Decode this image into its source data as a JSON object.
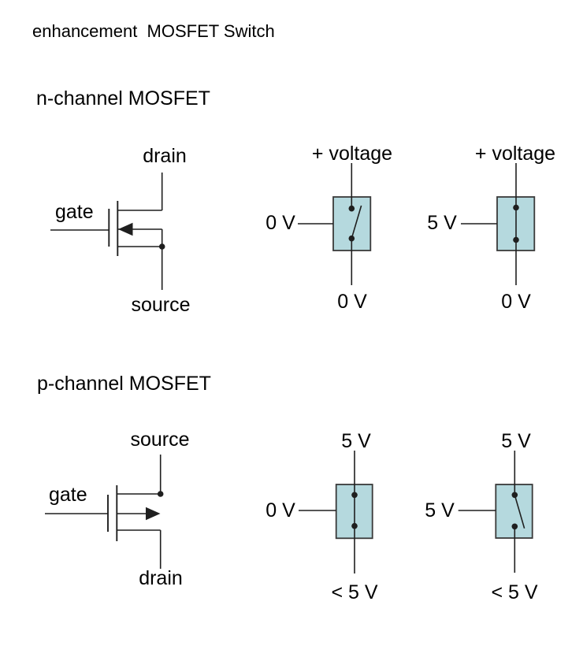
{
  "title": "enhancement  MOSFET Switch",
  "colors": {
    "background": "#ffffff",
    "line": "#1f1f1f",
    "box_fill": "#b5d9de",
    "box_border": "#3a3a3a",
    "text": "#000000"
  },
  "sections": [
    {
      "heading": "n-channel MOSFET",
      "symbol": {
        "type": "n-channel enhancement MOSFET symbol",
        "top_label": "drain",
        "left_label": "gate",
        "bottom_label": "source"
      },
      "switches": [
        {
          "state": "open",
          "top_label": "+ voltage",
          "left_label": "0 V",
          "bottom_label": "0 V"
        },
        {
          "state": "closed",
          "top_label": "+ voltage",
          "left_label": "5 V",
          "bottom_label": "0 V"
        }
      ]
    },
    {
      "heading": "p-channel MOSFET",
      "symbol": {
        "type": "p-channel enhancement MOSFET symbol",
        "top_label": "source",
        "left_label": "gate",
        "bottom_label": "drain"
      },
      "switches": [
        {
          "state": "closed",
          "top_label": "5 V",
          "left_label": "0 V",
          "bottom_label": "< 5 V"
        },
        {
          "state": "open",
          "top_label": "5 V",
          "left_label": "5 V",
          "bottom_label": "< 5 V"
        }
      ]
    }
  ]
}
